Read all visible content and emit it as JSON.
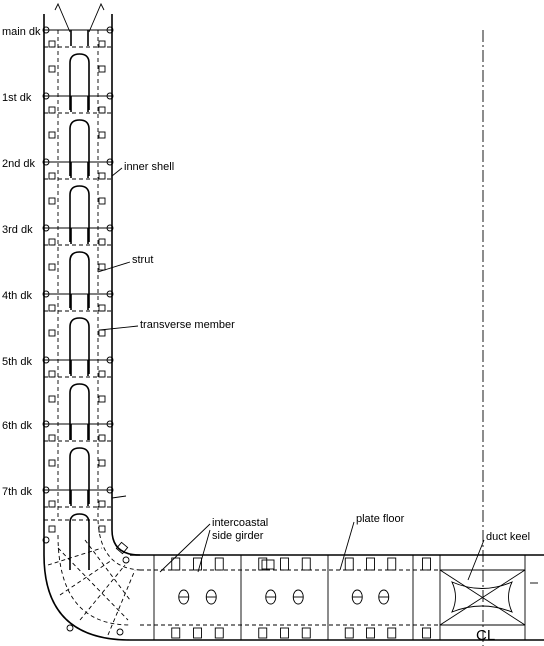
{
  "decks": [
    "main dk",
    "1st dk",
    "2nd dk",
    "3rd dk",
    "4th dk",
    "5th dk",
    "6th dk",
    "7th dk"
  ],
  "labels": {
    "inner_shell": "inner shell",
    "strut": "strut",
    "transverse_member": "transverse member",
    "intercoastal_line1": "intercoastal",
    "intercoastal_line2": "side girder",
    "plate_floor": "plate floor",
    "duct_keel": "duct keel",
    "centerline": "CL"
  }
}
